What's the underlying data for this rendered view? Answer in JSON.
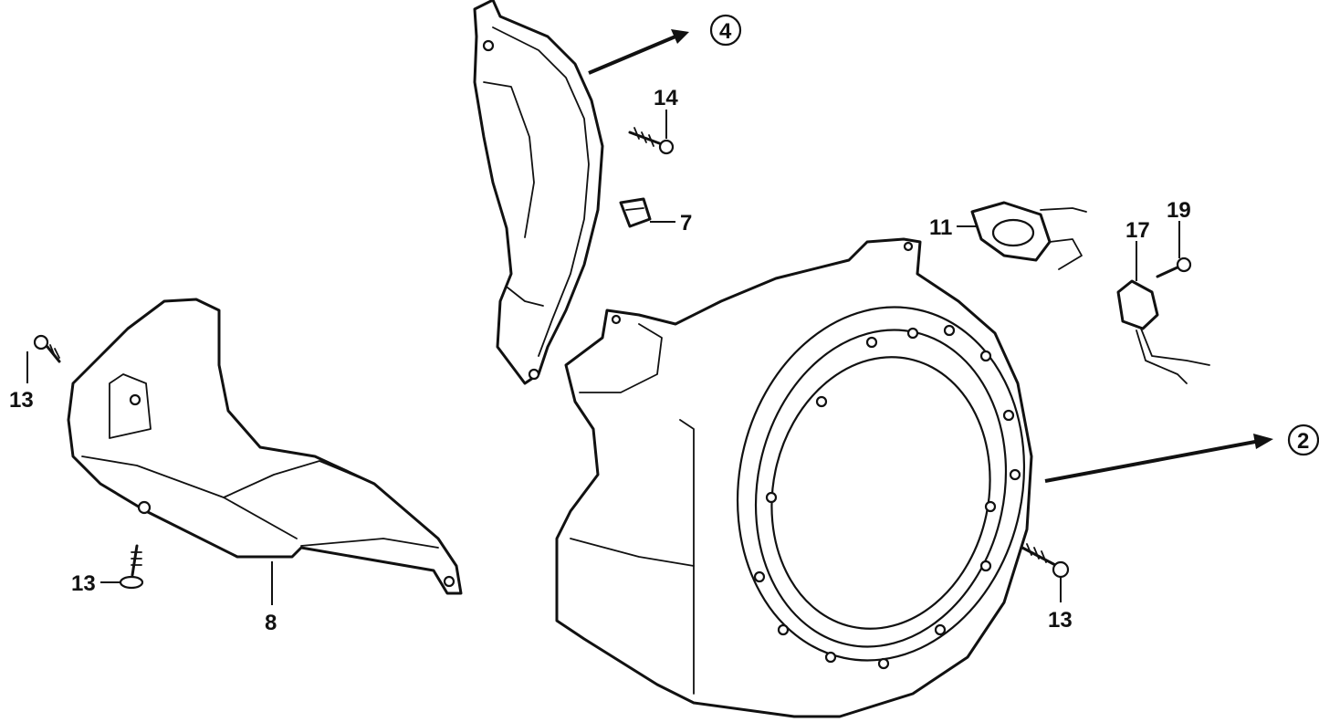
{
  "callouts": {
    "c13_left": "13",
    "c13_bottom_left": "13",
    "c8": "8",
    "c14": "14",
    "c7": "7",
    "c11": "11",
    "c17": "17",
    "c19": "19",
    "c13_right": "13"
  },
  "refs": {
    "ref4": "4",
    "ref2": "2"
  }
}
